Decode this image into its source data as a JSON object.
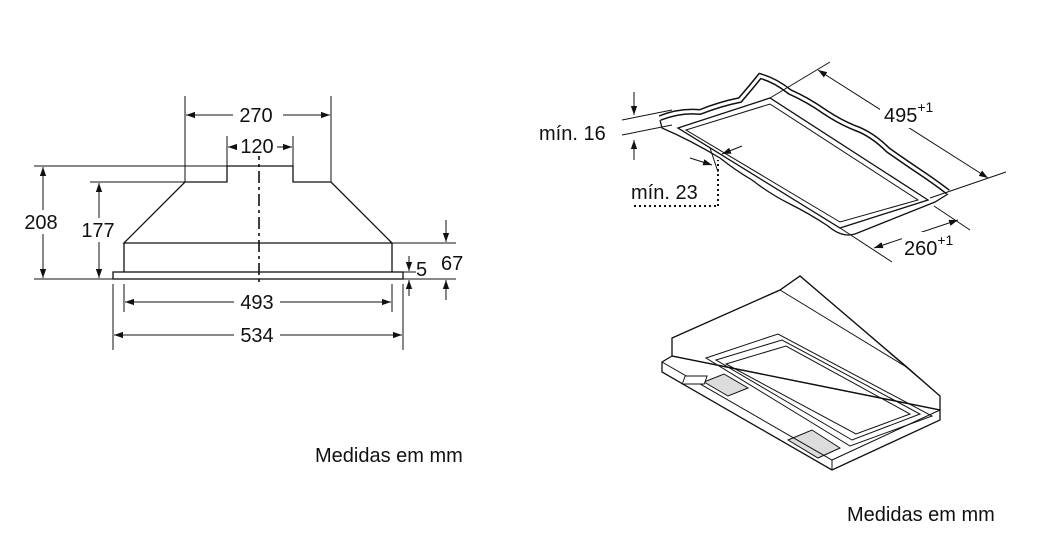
{
  "front_view": {
    "width_top": "270",
    "width_outlet": "120",
    "height_total": "208",
    "height_body": "177",
    "width_frame": "493",
    "width_total": "534",
    "frame_thickness": "5",
    "lower_height": "67"
  },
  "cutout_view": {
    "min_16": "mín. 16",
    "min_23": "mín. 23",
    "length": "495",
    "length_tol": "+1",
    "width": "260",
    "width_tol": "+1"
  },
  "captions": {
    "left": "Medidas em mm",
    "right": "Medidas em mm"
  }
}
